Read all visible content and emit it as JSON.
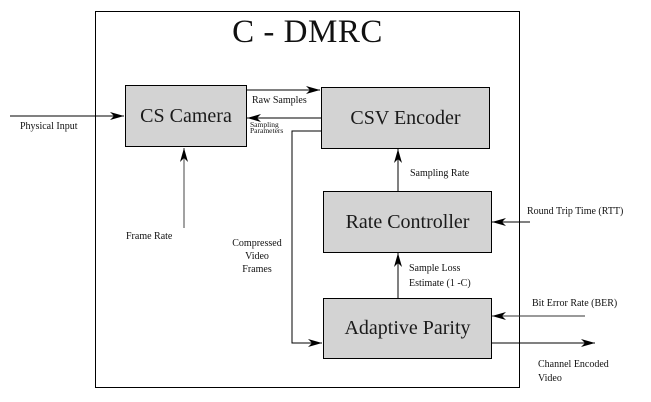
{
  "diagram": {
    "title": "C - DMRC",
    "blocks": {
      "cs_camera": "CS Camera",
      "csv_encoder": "CSV Encoder",
      "rate_controller": "Rate Controller",
      "adaptive_parity": "Adaptive Parity"
    },
    "labels": {
      "physical_input": "Physical Input",
      "raw_samples": "Raw Samples",
      "sampling_parameters_line1": "Sampling",
      "sampling_parameters_line2": "Parameters",
      "frame_rate": "Frame Rate",
      "sampling_rate": "Sampling Rate",
      "round_trip_time": "Round Trip Time (RTT)",
      "compressed_video_frames_line1": "Compressed",
      "compressed_video_frames_line2": "Video",
      "compressed_video_frames_line3": "Frames",
      "sample_loss_line1": "Sample Loss",
      "sample_loss_line2": "Estimate (1 -C)",
      "bit_error_rate": "Bit Error Rate (BER)",
      "channel_encoded_line1": "Channel Encoded",
      "channel_encoded_line2": "Video"
    },
    "colors": {
      "block_fill": "#d3d3d3",
      "stroke": "#000000"
    }
  }
}
